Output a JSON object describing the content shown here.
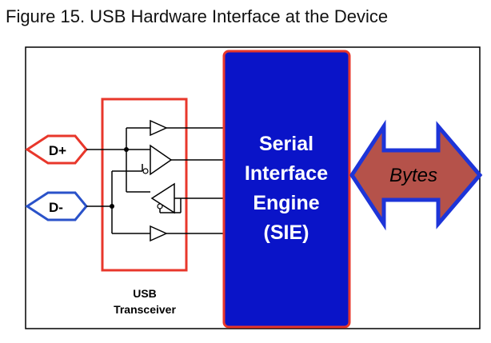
{
  "caption": "Figure 15. USB Hardware Interface at the Device",
  "pins": {
    "dplus": "D+",
    "dminus": "D-"
  },
  "transceiver": {
    "line1": "USB",
    "line2": "Transceiver"
  },
  "sie": {
    "line1": "Serial",
    "line2": "Interface",
    "line3": "Engine",
    "line4": "(SIE)"
  },
  "bytes": {
    "label": "Bytes"
  },
  "colors": {
    "frame": "#000000",
    "pin_outline": "#e8372b",
    "pin_minus_outline": "#2a52c9",
    "transceiver_box": "#e8372b",
    "sie_fill": "#0a14c8",
    "sie_border": "#e8372b",
    "arrow_fill": "#b5524a",
    "arrow_border": "#1d34d8",
    "wire": "#000000"
  },
  "icons": [
    "buffer-triangle-icon",
    "diamond-pin-icon",
    "double-arrow-icon"
  ]
}
